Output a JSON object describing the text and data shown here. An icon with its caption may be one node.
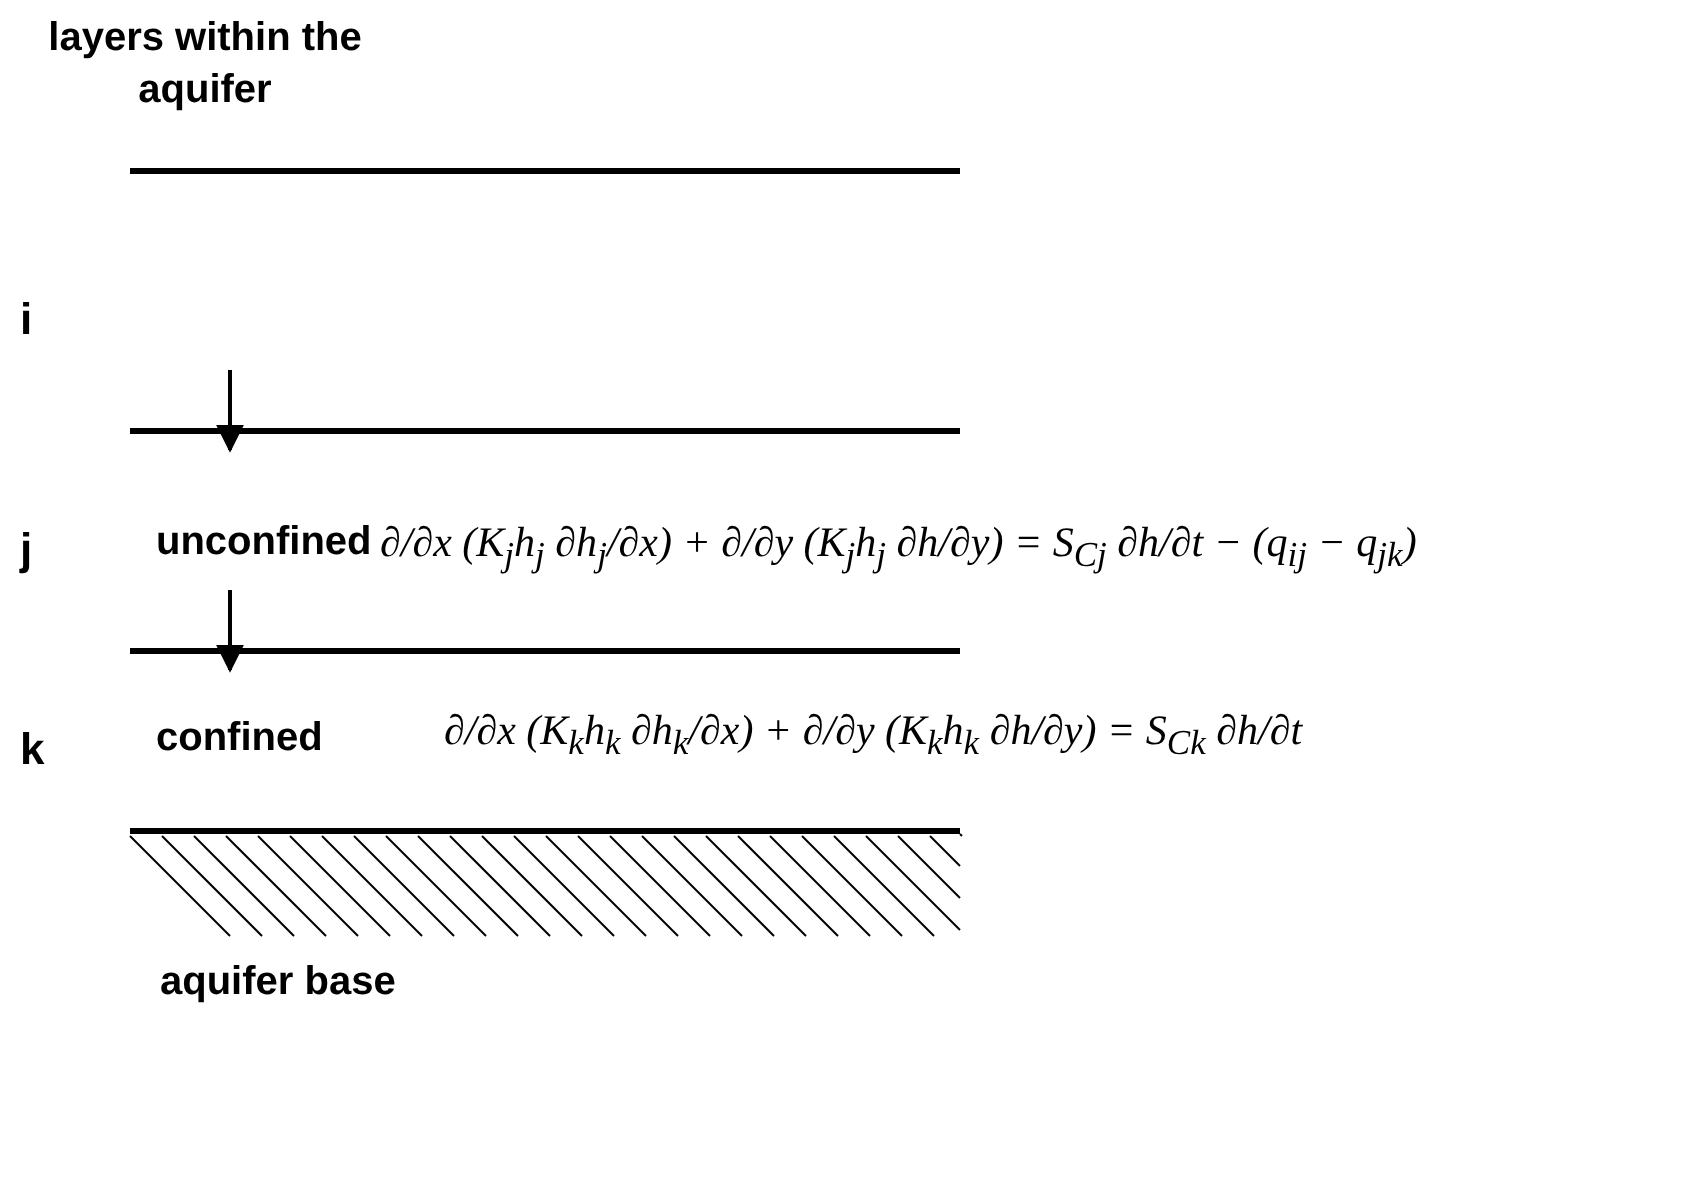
{
  "diagram": {
    "title": "layers within the aquifer",
    "nodes": [
      {
        "text": [
          "i"
        ]
      },
      {
        "text": [
          "j",
          "unconfined"
        ]
      },
      {
        "text": [
          "k",
          "confined"
        ]
      }
    ],
    "edges": [
      {
        "from": 0,
        "to": 1,
        "arrow": "to"
      },
      {
        "from": 1,
        "to": 2,
        "arrow": "to"
      }
    ],
    "labels": [
      "∂/∂x (K$_{j}$h$_{j}$ ∂h$_{j}$/∂x) + ∂/∂y (K$_{j}$h$_{j}$ ∂h/∂y) = S$_{Cj}$ ∂h/∂t − (q$_{ij}$ − q$_{jk}$)",
      "∂/∂x (K$_{k}$h$_{k}$ ∂h$_{k}$/∂x) + ∂/∂y (K$_{k}$h$_{k}$ ∂h/∂y) = S$_{Ck}$ ∂h/∂t",
      "aquifer base"
    ]
  }
}
